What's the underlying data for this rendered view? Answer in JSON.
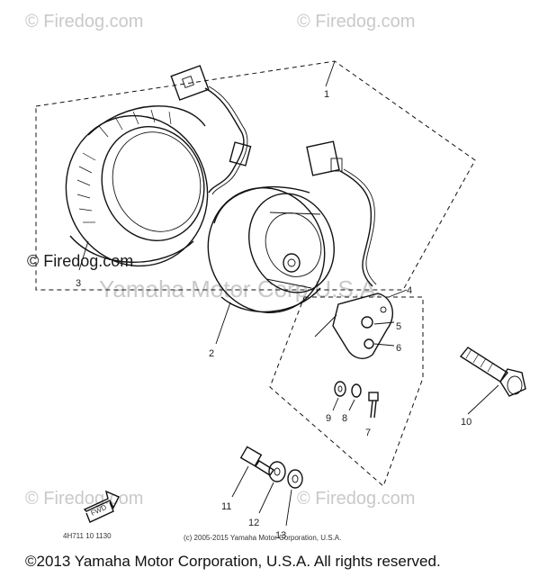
{
  "watermarks": {
    "top_left": "© Firedog.com",
    "top_right": "© Firedog.com",
    "mid_left": "© Firedog.com",
    "mid_center": "Yamaha Motor Corp U.S.A.",
    "bottom_left": "© Firedog.com",
    "bottom_right": "© Firedog.com"
  },
  "parts": {
    "p1": "1",
    "p2": "2",
    "p3": "3",
    "p4": "4",
    "p5": "5",
    "p6": "6",
    "p7": "7",
    "p8": "8",
    "p9": "9",
    "p10": "10",
    "p11": "11",
    "p12": "12",
    "p13": "13"
  },
  "fwd_label": "FWD",
  "diagram_code": "4H711 10 1130",
  "copyright_small": "(c) 2005-2015 Yamaha Motor Corporation, U.S.A.",
  "copyright_footer": "©2013 Yamaha Motor Corporation, U.S.A. All rights reserved."
}
